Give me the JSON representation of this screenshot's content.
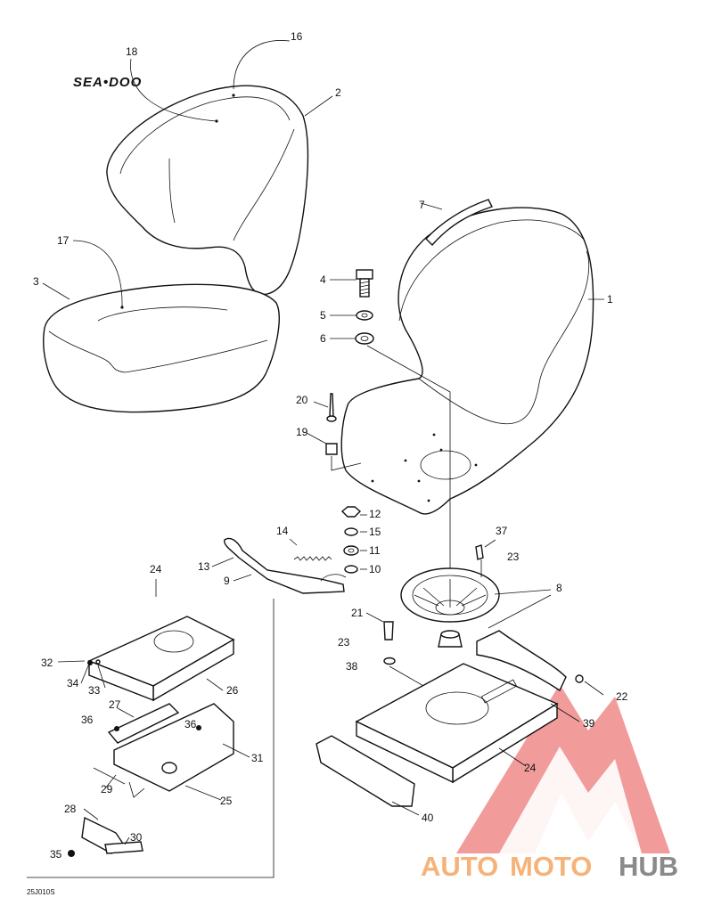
{
  "figure_code": "25J010S",
  "brand": {
    "seat_logo": "SEA•DOO",
    "watermark_auto": "AUTO",
    "watermark_moto": "MOTO",
    "watermark_hub": "HUB"
  },
  "colors": {
    "line": "#111111",
    "watermark_red": "#f08a8a",
    "watermark_orange": "#f5b37a",
    "watermark_gray": "#8a8a8a"
  },
  "callouts": {
    "c1": "1",
    "c2": "2",
    "c3": "3",
    "c4": "4",
    "c5": "5",
    "c6": "6",
    "c7": "7",
    "c8": "8",
    "c9": "9",
    "c10": "10",
    "c11": "11",
    "c12": "12",
    "c13": "13",
    "c14": "14",
    "c15": "15",
    "c16": "16",
    "c17": "17",
    "c18": "18",
    "c19": "19",
    "c20": "20",
    "c21": "21",
    "c22": "22",
    "c23a": "23",
    "c23b": "23",
    "c24a": "24",
    "c24b": "24",
    "c25": "25",
    "c26": "26",
    "c27": "27",
    "c28": "28",
    "c29": "29",
    "c30": "30",
    "c31": "31",
    "c32": "32",
    "c33": "33",
    "c34": "34",
    "c35": "35",
    "c36a": "36",
    "c36b": "36",
    "c37": "37",
    "c38": "38",
    "c39": "39",
    "c40": "40"
  }
}
